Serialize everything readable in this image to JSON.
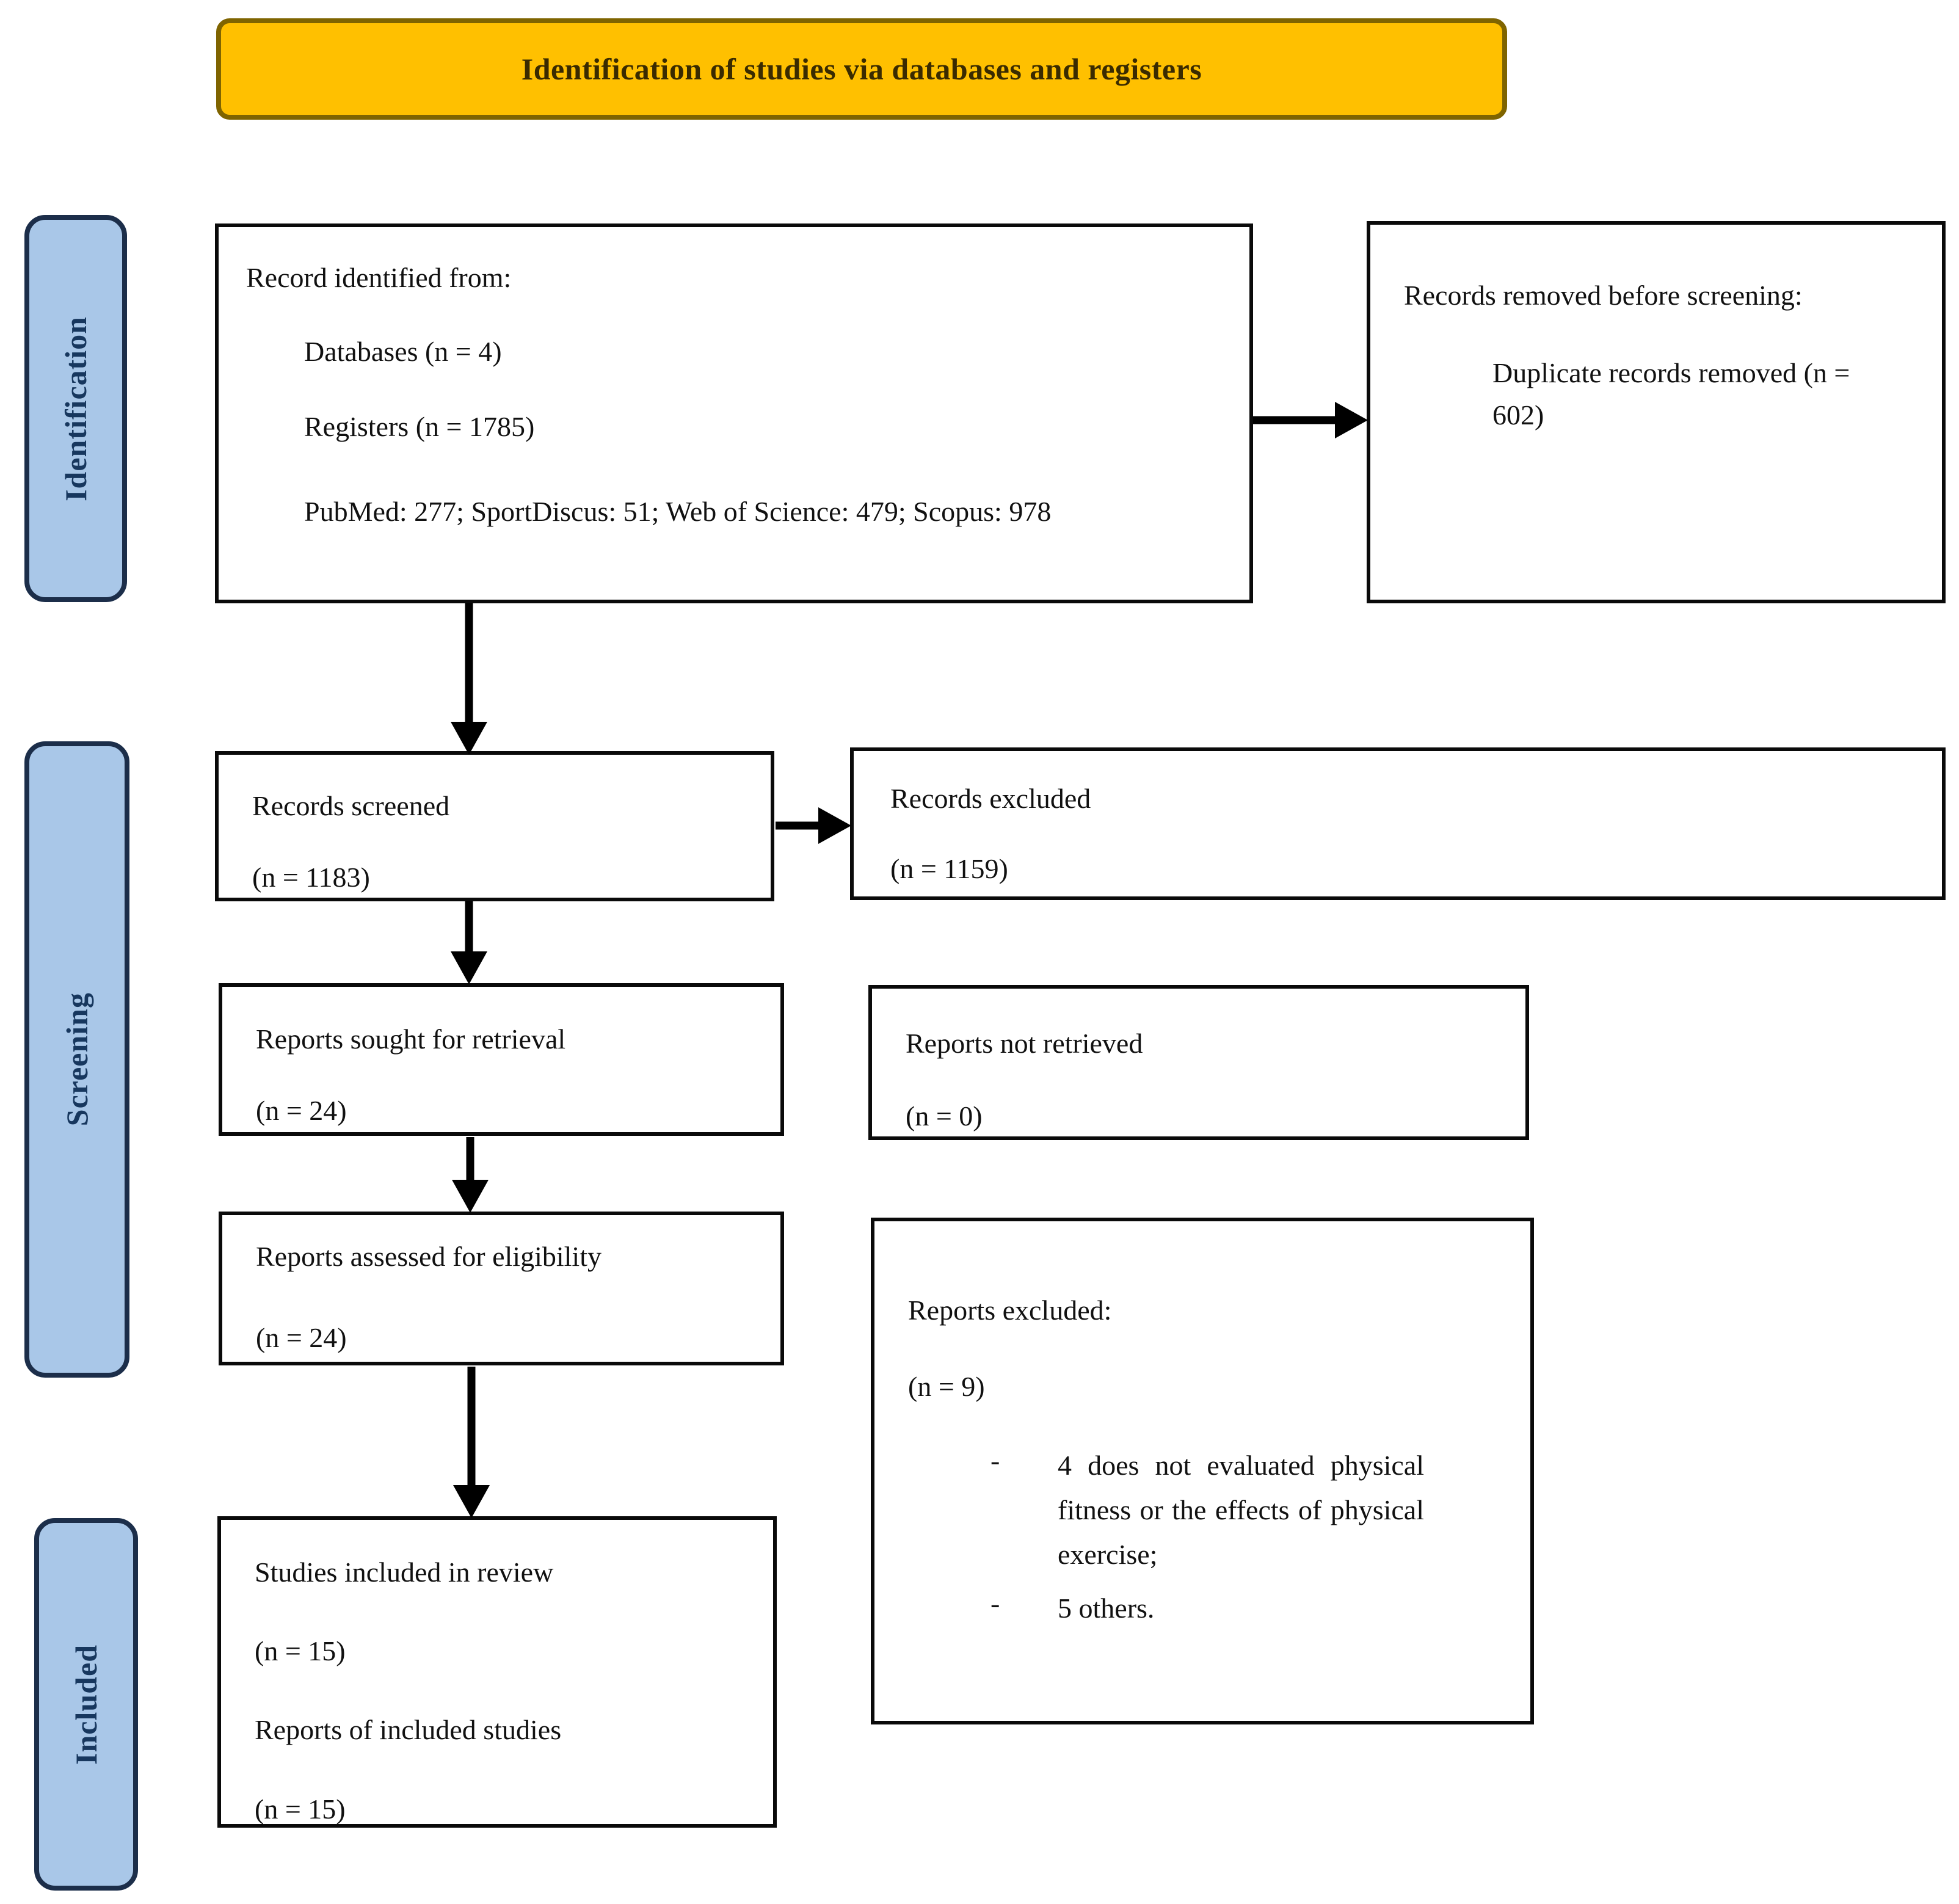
{
  "banner": {
    "label": "Identification of studies via databases and registers"
  },
  "sidebar": {
    "identification_label": "Identification",
    "screening_label": "Screening",
    "included_label": "Included"
  },
  "bullet_char": "-",
  "boxes": {
    "records_identified": {
      "title": "Record identified from:",
      "databases": "Databases (n = 4)",
      "registers": "Registers (n = 1785)",
      "sources": "PubMed: 277; SportDiscus: 51; Web of Science: 479; Scopus: 978"
    },
    "records_removed": {
      "title": "Records removed before screening:",
      "detail": "Duplicate records removed (n = 602)"
    },
    "records_screened": {
      "title": "Records screened",
      "count": "(n = 1183)"
    },
    "records_excluded": {
      "title": "Records excluded",
      "count": "(n = 1159)"
    },
    "reports_sought": {
      "title": "Reports sought for retrieval",
      "count": "(n = 24)"
    },
    "reports_not_retrieved": {
      "title": "Reports not retrieved",
      "count": "(n = 0)"
    },
    "reports_assessed": {
      "title": "Reports assessed for eligibility",
      "count": "(n = 24)"
    },
    "reports_excluded": {
      "title": "Reports excluded:",
      "count": "(n = 9)",
      "reasons": [
        "4 does not evaluated physical fitness or the effects of physical exercise;",
        "5 others."
      ]
    },
    "studies_included": {
      "title": "Studies included in review",
      "count": "(n = 15)",
      "subtitle": "Reports of included studies",
      "subcount": "(n = 15)"
    }
  },
  "colors": {
    "banner_fill": "#FFC000",
    "banner_border": "#7F6400",
    "sidebar_fill": "#A9C7E8",
    "sidebar_text": "#17375E",
    "box_border": "#0A0A0A",
    "arrow": "#000000"
  }
}
